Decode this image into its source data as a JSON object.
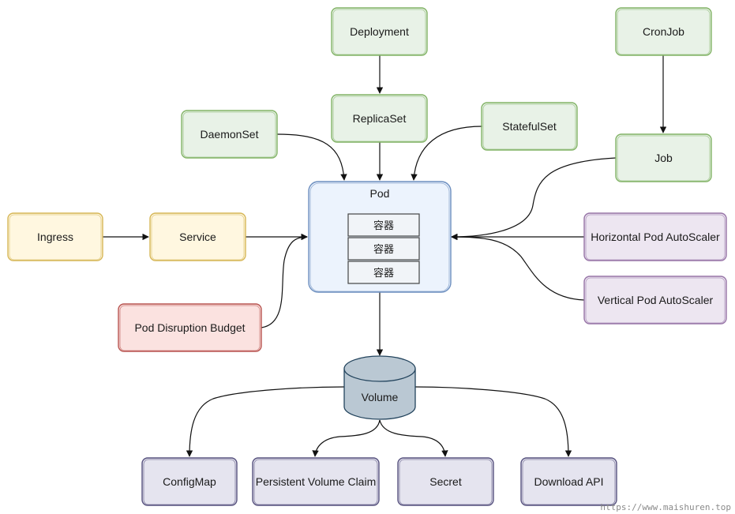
{
  "colors": {
    "green_stroke": "#82b366",
    "green_fill": "#d5e8d4",
    "blue_stroke": "#6c8ebf",
    "blue_fill": "#dae8fc",
    "orange_stroke": "#d6b656",
    "orange_fill": "#fff2cc",
    "purple_stroke": "#9673a6",
    "purple_fill": "#e1d5e7",
    "red_stroke": "#b85450",
    "red_fill": "#f8cecc",
    "navy_stroke": "#56517e",
    "navy_fill": "#d0cee2",
    "volume_fill": "#bac8d3",
    "volume_stroke": "#23445d",
    "container_fill": "#f5f5f5",
    "container_stroke": "#666666"
  },
  "nodes": {
    "deployment": "Deployment",
    "cronjob": "CronJob",
    "replicaset": "ReplicaSet",
    "daemonset": "DaemonSet",
    "statefulset": "StatefulSet",
    "job": "Job",
    "pod": "Pod",
    "container_1": "容器",
    "container_2": "容器",
    "container_3": "容器",
    "ingress": "Ingress",
    "service": "Service",
    "hpa": "Horizontal Pod AutoScaler",
    "vpa": "Vertical Pod AutoScaler",
    "pdb": "Pod Disruption Budget",
    "volume": "Volume",
    "configmap": "ConfigMap",
    "pvc": "Persistent Volume Claim",
    "secret": "Secret",
    "download_api": "Download API"
  },
  "watermark": "https://www.maishuren.top"
}
